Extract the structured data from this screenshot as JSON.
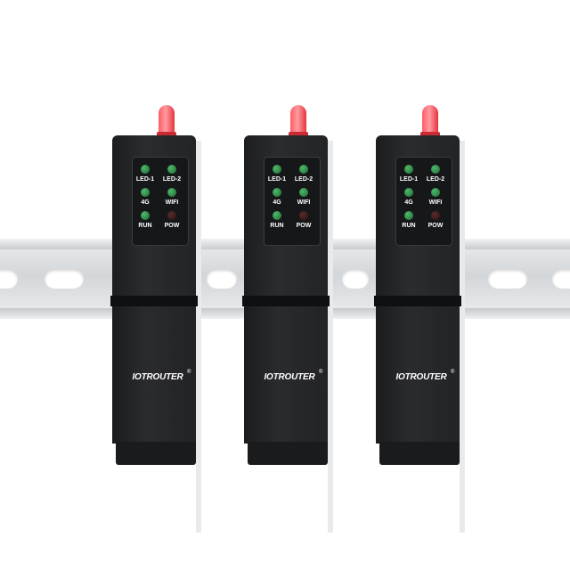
{
  "product": {
    "brand": "IOTROUTER",
    "registered_mark": "®",
    "antenna_color": "#ff5b63",
    "body_color": "#232426",
    "led_colors": {
      "on": "#3ea85a",
      "off": "#4a2222"
    }
  },
  "devices": [
    {
      "leds": [
        {
          "label": "LED-1",
          "state": "on"
        },
        {
          "label": "LED-2",
          "state": "on"
        },
        {
          "label": "4G",
          "state": "on"
        },
        {
          "label": "WIFI",
          "state": "on"
        },
        {
          "label": "RUN",
          "state": "on"
        },
        {
          "label": "POW",
          "state": "off"
        }
      ]
    },
    {
      "leds": [
        {
          "label": "LED-1",
          "state": "on"
        },
        {
          "label": "LED-2",
          "state": "on"
        },
        {
          "label": "4G",
          "state": "on"
        },
        {
          "label": "WIFI",
          "state": "on"
        },
        {
          "label": "RUN",
          "state": "on"
        },
        {
          "label": "POW",
          "state": "off"
        }
      ]
    },
    {
      "leds": [
        {
          "label": "LED-1",
          "state": "on"
        },
        {
          "label": "LED-2",
          "state": "on"
        },
        {
          "label": "4G",
          "state": "on"
        },
        {
          "label": "WIFI",
          "state": "on"
        },
        {
          "label": "RUN",
          "state": "on"
        },
        {
          "label": "POW",
          "state": "off"
        }
      ]
    }
  ]
}
